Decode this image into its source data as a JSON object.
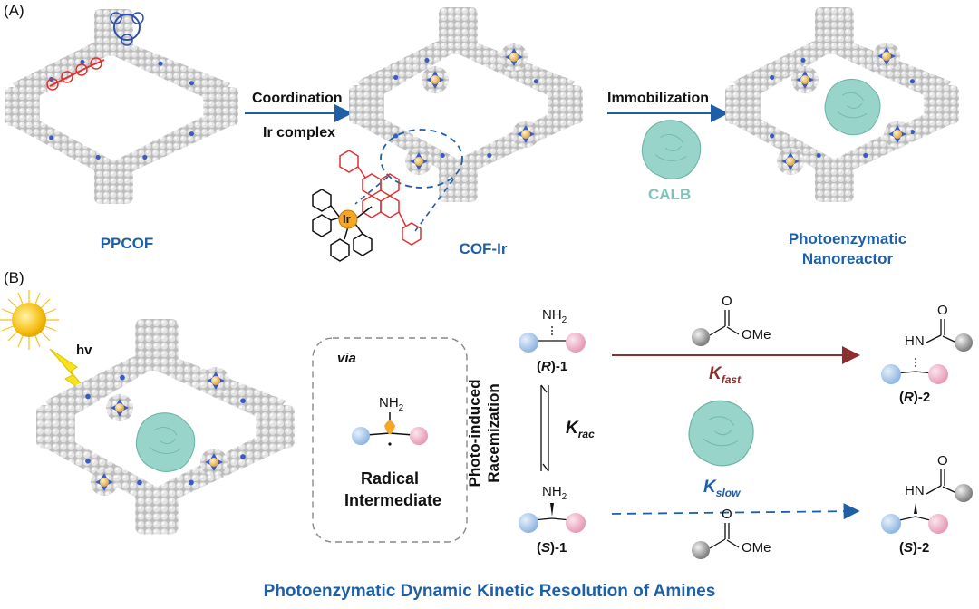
{
  "panel_a": {
    "label": "(A)",
    "ppcof_label": "PPCOF",
    "cofir_label": "COF-Ir",
    "nanoreactor_label_line1": "Photoenzymatic",
    "nanoreactor_label_line2": "Nanoreactor",
    "coordination_label": "Coordination",
    "ir_complex_label": "Ir complex",
    "immobilization_label": "Immobilization",
    "calb_label": "CALB",
    "ir_atom": "Ir"
  },
  "panel_b": {
    "label": "(B)",
    "hv_label": "hv",
    "via_label": "via",
    "nh2_label": "NH",
    "nh2_sub": "2",
    "radical_line1": "Radical",
    "radical_line2": "Intermediate",
    "racemization_line1": "Photo-induced",
    "racemization_line2": "Racemization",
    "r1_open": "(",
    "r1_letter": "R",
    "r1_close": ")-1",
    "s1_letter": "S",
    "r2_close": ")-2",
    "k_rac": "K",
    "k_rac_sub": "rac",
    "k_fast": "K",
    "k_fast_sub": "fast",
    "k_slow": "K",
    "k_slow_sub": "slow",
    "ester_o": "O",
    "ester_ome": "OMe",
    "amide_hn": "HN",
    "amide_o": "O"
  },
  "footer_title": "Photoenzymatic Dynamic Kinetic Resolution of Amines",
  "colors": {
    "accent_blue": "#1f5fa6",
    "calb_teal": "#7fc4bb",
    "fast_arrow": "#8b2e2e",
    "ir_orange": "#f0a030",
    "linker_red": "#e03030",
    "sphere_blue": "#a8c8ea",
    "sphere_pink": "#f0b8cc",
    "sphere_gray": "#9a9a9a",
    "sun_yellow": "#f6c21c"
  },
  "icons": [
    "cof-framework-icon",
    "calb-enzyme-icon",
    "sun-icon",
    "lightning-icon",
    "iridium-complex-icon"
  ]
}
